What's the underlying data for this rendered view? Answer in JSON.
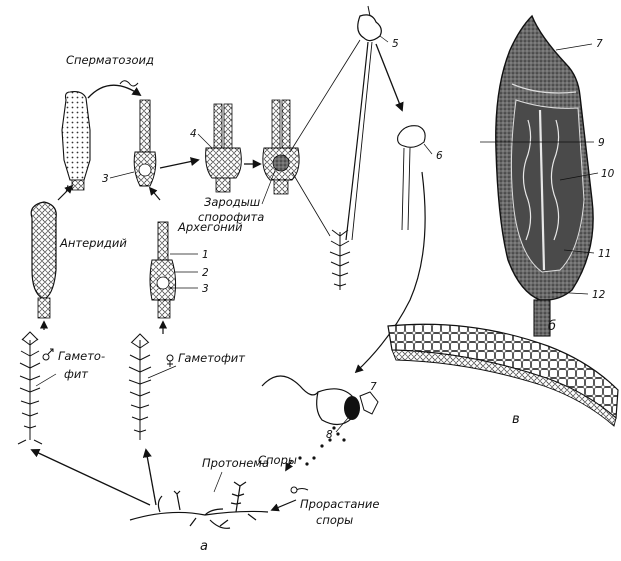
{
  "labels": {
    "spermatozoid": "Сперматозоид",
    "antheridium": "Антеридий",
    "archegonium": "Архегоний",
    "gametophyte_male_1": "Гамето-",
    "gametophyte_male_2": "фит",
    "gametophyte_female": "Гаметофит",
    "embryo_1": "Зародыш",
    "embryo_2": "спорофита",
    "spores": "Споры",
    "protonema": "Протонема",
    "germination_1": "Прорастание",
    "germination_2": "споры"
  },
  "numbers": {
    "n1": "1",
    "n2": "2",
    "n3a": "3",
    "n3b": "3",
    "n4": "4",
    "n5": "5",
    "n6": "6",
    "n7a": "7",
    "n7b": "7",
    "n8": "8",
    "n9": "9",
    "n10": "10",
    "n11": "11",
    "n12": "12"
  },
  "panels": {
    "a": "а",
    "b": "б",
    "v": "в"
  },
  "colors": {
    "ink": "#111111",
    "background": "#ffffff",
    "tissue": "#5a5a5a"
  }
}
